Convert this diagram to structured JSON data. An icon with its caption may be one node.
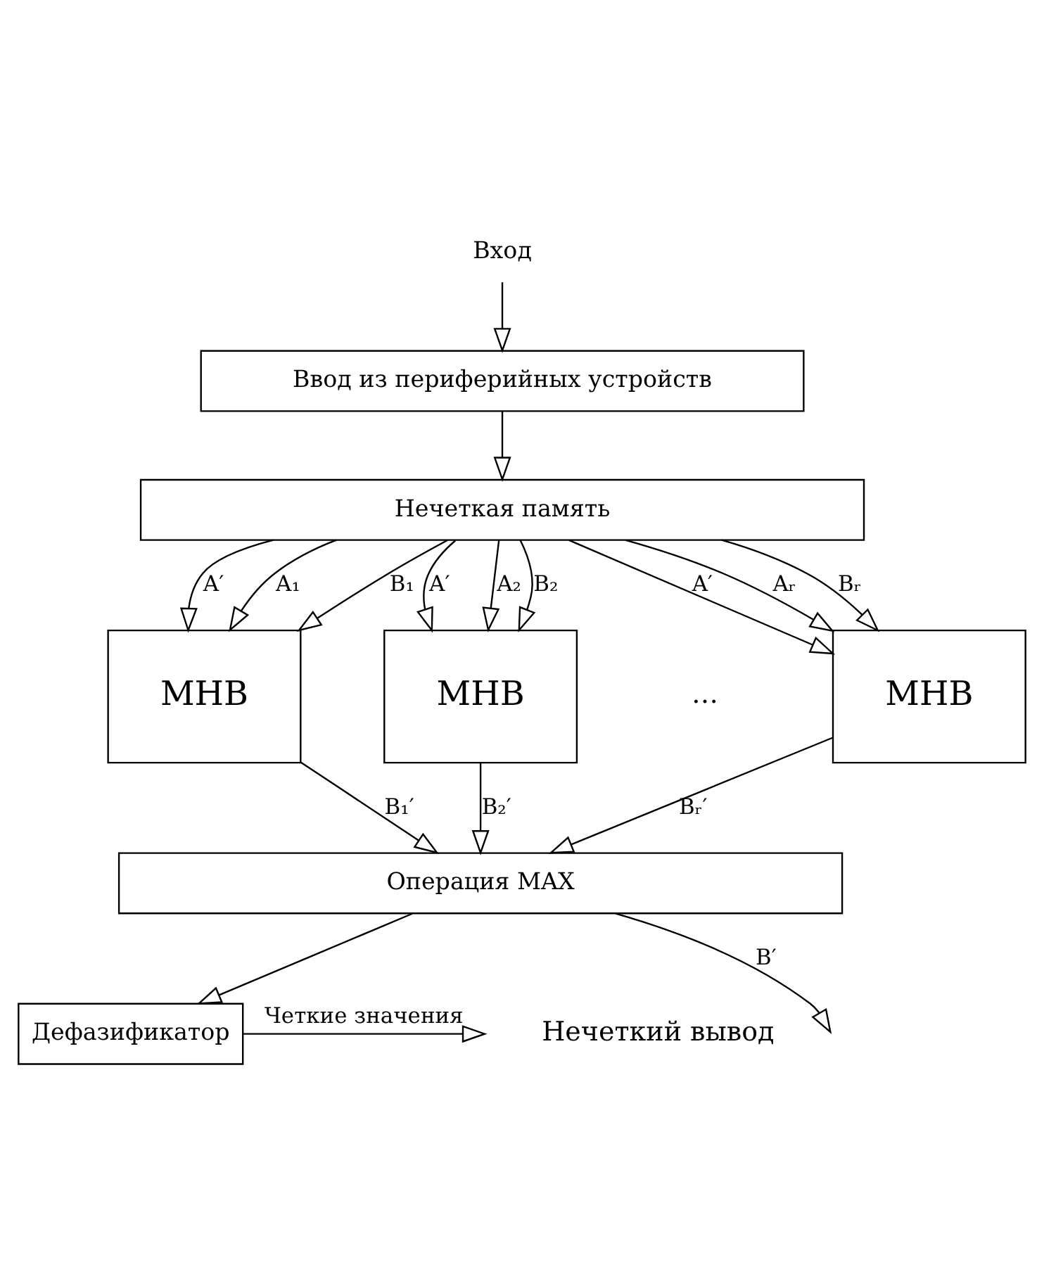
{
  "diagram": {
    "nodes": [
      {
        "text": [
          "Вход"
        ]
      },
      {
        "text": [
          "Ввод из периферийных устройств"
        ]
      },
      {
        "text": [
          "Нечеткая память"
        ]
      },
      {
        "text": [
          "МНВ"
        ]
      },
      {
        "text": [
          "МНВ"
        ]
      },
      {
        "text": [
          "МНВ"
        ]
      },
      {
        "text": [
          "Операция MAX"
        ]
      },
      {
        "text": [
          "Дефазификатор"
        ]
      }
    ],
    "edges": [
      {
        "from": 0,
        "to": 1,
        "arrow": "to"
      },
      {
        "from": 1,
        "to": 2,
        "arrow": "to"
      },
      {
        "from": 2,
        "to": 3,
        "arrow": "to",
        "label": "A′"
      },
      {
        "from": 2,
        "to": 3,
        "arrow": "to",
        "label": "A₁"
      },
      {
        "from": 2,
        "to": 3,
        "arrow": "to",
        "label": "B₁"
      },
      {
        "from": 2,
        "to": 4,
        "arrow": "to",
        "label": "A′"
      },
      {
        "from": 2,
        "to": 4,
        "arrow": "to",
        "label": "A₂"
      },
      {
        "from": 2,
        "to": 4,
        "arrow": "to",
        "label": "B₂"
      },
      {
        "from": 2,
        "to": 5,
        "arrow": "to",
        "label": "A′"
      },
      {
        "from": 2,
        "to": 5,
        "arrow": "to",
        "label": "Aᵣ"
      },
      {
        "from": 2,
        "to": 5,
        "arrow": "to",
        "label": "Bᵣ"
      },
      {
        "from": 3,
        "to": 6,
        "arrow": "to",
        "label": "B₁′"
      },
      {
        "from": 4,
        "to": 6,
        "arrow": "to",
        "label": "B₂′"
      },
      {
        "from": 5,
        "to": 6,
        "arrow": "to",
        "label": "Bᵣ′"
      },
      {
        "from": 6,
        "to": null,
        "arrow": "to",
        "label": "B′"
      },
      {
        "from": 6,
        "to": 7,
        "arrow": "to"
      },
      {
        "from": 7,
        "to": null,
        "arrow": "to",
        "label": "Четкие значения"
      }
    ],
    "labels": [
      "…",
      "Нечеткий вывод"
    ]
  }
}
